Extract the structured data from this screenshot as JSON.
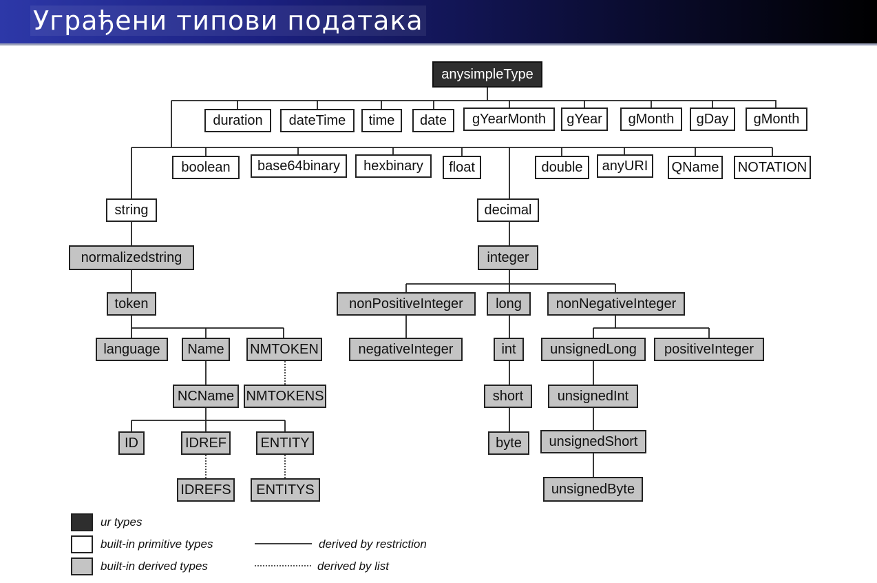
{
  "title": "Уграђени типови података",
  "nodes": {
    "anysimpletype": "anysimpleType",
    "duration": "duration",
    "datetime": "dateTime",
    "time": "time",
    "date": "date",
    "gyearmonth": "gYearMonth",
    "gyear": "gYear",
    "gmonth1": "gMonth",
    "gday": "gDay",
    "gmonth2": "gMonth",
    "boolean": "boolean",
    "base64binary": "base64binary",
    "hexbinary": "hexbinary",
    "float": "float",
    "double": "double",
    "anyuri": "anyURI",
    "qname": "QName",
    "notation": "NOTATION",
    "string": "string",
    "decimal": "decimal",
    "normalizedstring": "normalizedstring",
    "integer": "integer",
    "token": "token",
    "nonpositiveinteger": "nonPositiveInteger",
    "long": "long",
    "nonnegativeinteger": "nonNegativeInteger",
    "language": "language",
    "name": "Name",
    "nmtoken": "NMTOKEN",
    "negativeinteger": "negativeInteger",
    "int": "int",
    "unsignedlong": "unsignedLong",
    "positiveinteger": "positiveInteger",
    "ncname": "NCName",
    "nmtokens": "NMTOKENS",
    "short": "short",
    "unsignedint": "unsignedInt",
    "id": "ID",
    "idref": "IDREF",
    "entity": "ENTITY",
    "byte": "byte",
    "unsignedshort": "unsignedShort",
    "idrefs": "IDREFS",
    "entitys": "ENTITYS",
    "unsignedbyte": "unsignedByte"
  },
  "legend": {
    "ur_types": "ur types",
    "primitive_types": "built-in primitive types",
    "derived_types": "built-in derived types",
    "restriction": "derived by restriction",
    "list": "derived by list"
  },
  "colors": {
    "ur": "#2e2e2e",
    "primitive": "#ffffff",
    "derived": "#c4c4c4"
  }
}
